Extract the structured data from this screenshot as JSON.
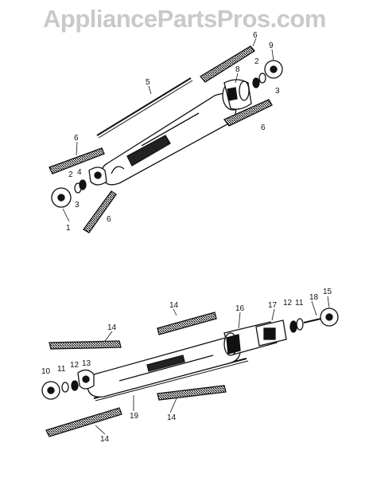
{
  "watermark": "AppliancePartsPros.com",
  "callouts": [
    "1",
    "2",
    "3",
    "4",
    "5",
    "6",
    "8",
    "9",
    "10",
    "11",
    "12",
    "13",
    "14",
    "15",
    "16",
    "17",
    "18",
    "19"
  ]
}
